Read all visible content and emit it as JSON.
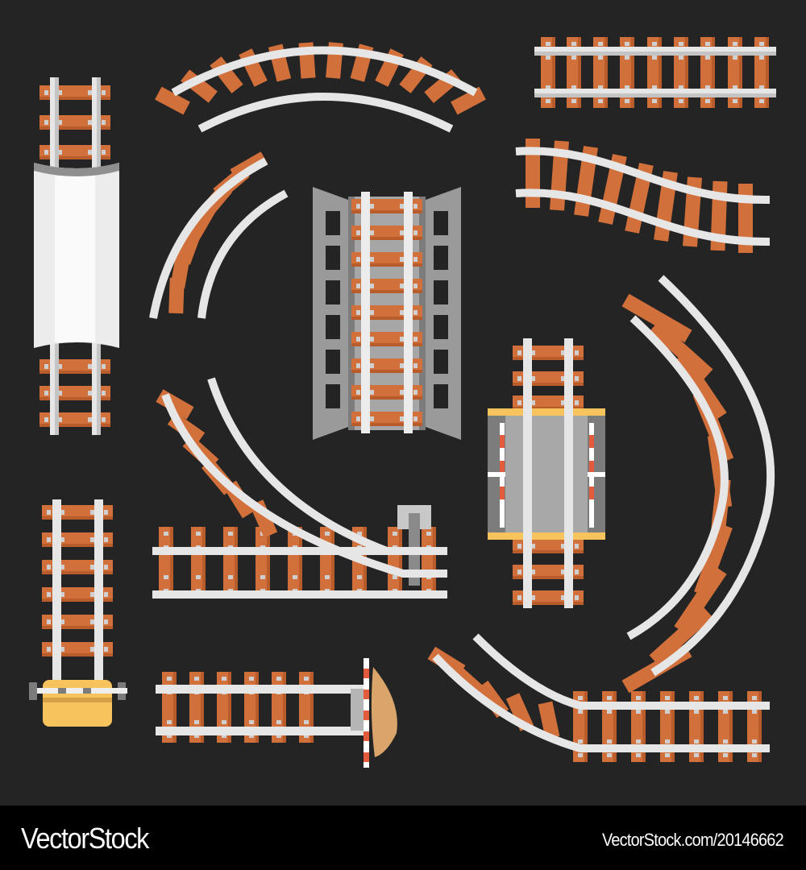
{
  "image": {
    "subject": "Top-view railway track pieces set",
    "background_color": "#242424",
    "colors": {
      "sleeper": "#d2703c",
      "sleeper_dark": "#b85c2c",
      "rail": "#e6e6e6",
      "rail_shadow": "#bdbdbd",
      "bolt": "#cfcfcf",
      "bridge_gray": "#8a8a8a",
      "yellow": "#f7c35c",
      "warning_red": "#e35b3d",
      "gravel": "#d9a56a"
    },
    "pieces": [
      {
        "name": "straight-vertical-with-tunnel"
      },
      {
        "name": "arc-top"
      },
      {
        "name": "straight-horizontal-top"
      },
      {
        "name": "quarter-curve-left"
      },
      {
        "name": "bridge"
      },
      {
        "name": "s-curve"
      },
      {
        "name": "big-arc-right"
      },
      {
        "name": "level-crossing"
      },
      {
        "name": "switch-junction-with-lever"
      },
      {
        "name": "straight-vertical-with-barrier"
      },
      {
        "name": "dead-end-buffer"
      },
      {
        "name": "curve-bottom-right"
      }
    ]
  },
  "footer": {
    "brand": "VectorStock",
    "credit": "VectorStock.com/20146662"
  }
}
